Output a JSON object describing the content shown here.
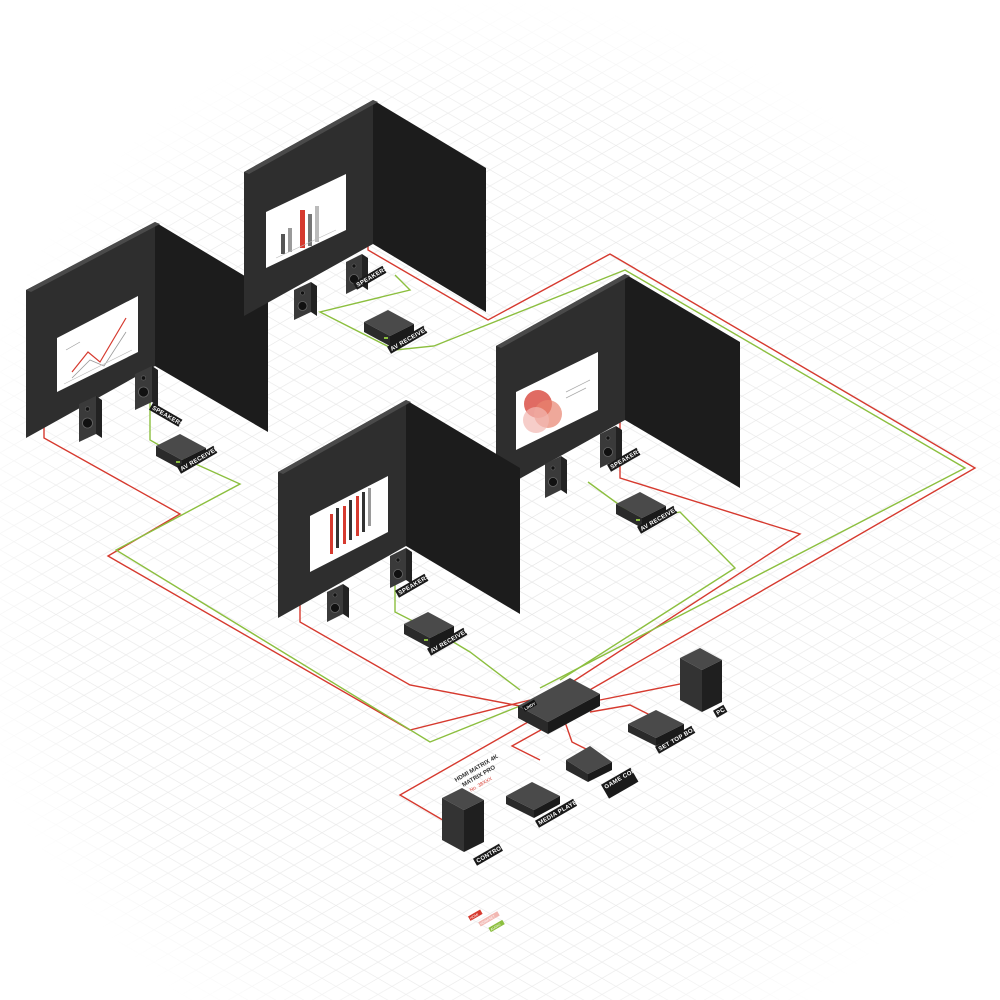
{
  "colors": {
    "background": "#ffffff",
    "grid": "#e6e6e6",
    "wall_front": "#2e2e2e",
    "wall_side": "#1c1c1c",
    "device": "#333333",
    "line_red": "#d63a2f",
    "line_green": "#8cbf3f",
    "label_bg": "#1a1a1a"
  },
  "rooms": [
    {
      "id": "room-1",
      "screen": "line-chart",
      "speakers_label": "SPEAKERS",
      "receiver_label": "AV RECEIVER"
    },
    {
      "id": "room-2",
      "screen": "bar-chart",
      "speakers_label": "SPEAKERS",
      "receiver_label": "AV RECEIVER"
    },
    {
      "id": "room-3",
      "screen": "column-chart",
      "speakers_label": "SPEAKERS",
      "receiver_label": "AV RECEIVER"
    },
    {
      "id": "room-4",
      "screen": "venn-diagram",
      "speakers_label": "SPEAKERS",
      "receiver_label": "AV RECEIVER"
    }
  ],
  "matrix": {
    "caption_line1": "HDMI MATRIX 4K",
    "caption_line2": "MATRIX PRO",
    "caption_sub": "No. 38XXX",
    "badge": "LINDY"
  },
  "sources": {
    "media_player": "MEDIA PLAYER",
    "game_console": "GAME CONSOLE",
    "set_top_box": "SET TOP BOX",
    "pc": "PC",
    "control": "CONTROL"
  },
  "legend": [
    {
      "text": "HDMI",
      "color": "#d63a2f"
    },
    {
      "text": "HDBASET",
      "color": "#f2b8b2"
    },
    {
      "text": "AUDIO",
      "color": "#8cbf3f"
    }
  ]
}
